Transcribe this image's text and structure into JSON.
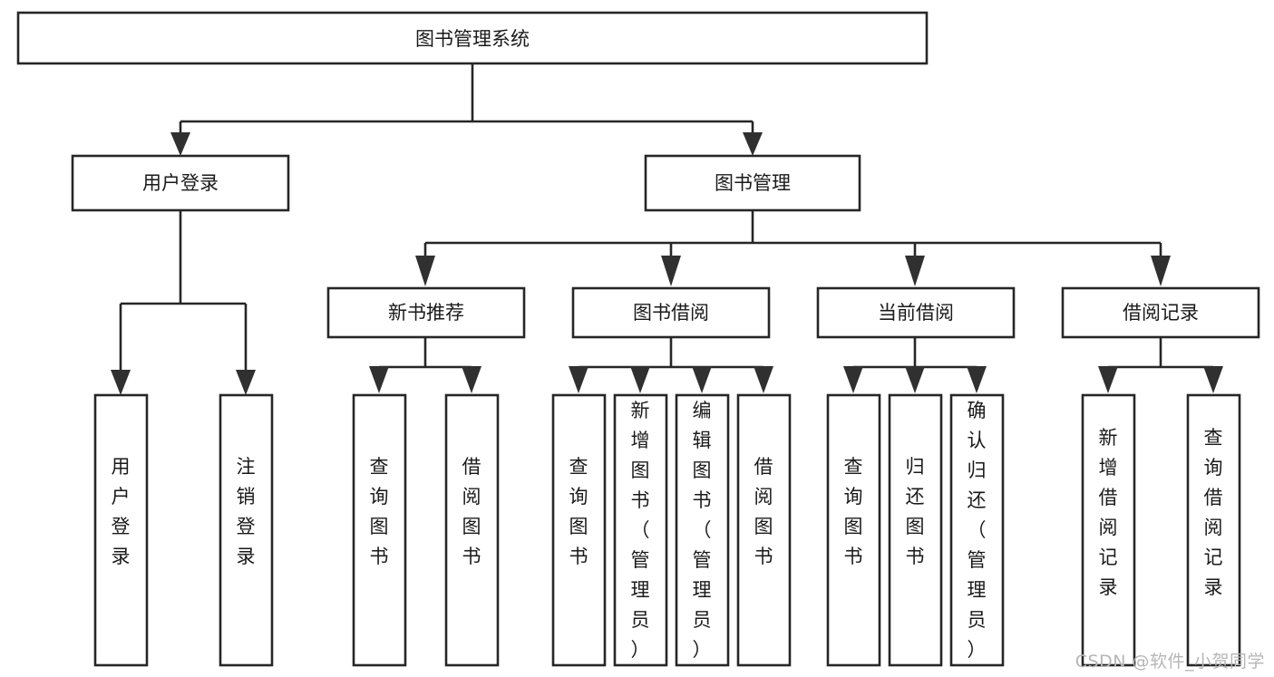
{
  "diagram": {
    "type": "tree-hierarchy",
    "title": "图书管理系统",
    "watermark": "CSDN @软件_小贺同学",
    "colors": {
      "stroke": "#262626",
      "fill": "#ffffff",
      "text": "#1a1a1a",
      "watermark": "#b6b6b6",
      "background": "#ffffff"
    },
    "levels": [
      {
        "level": 0,
        "nodes": [
          {
            "id": "root",
            "label": "图书管理系统",
            "orientation": "horizontal"
          }
        ]
      },
      {
        "level": 1,
        "nodes": [
          {
            "id": "login",
            "label": "用户登录",
            "orientation": "horizontal",
            "parent": "root"
          },
          {
            "id": "bookmgmt",
            "label": "图书管理",
            "orientation": "horizontal",
            "parent": "root"
          }
        ]
      },
      {
        "level": 2,
        "nodes": [
          {
            "id": "newbook",
            "label": "新书推荐",
            "orientation": "horizontal",
            "parent": "bookmgmt"
          },
          {
            "id": "borrow",
            "label": "图书借阅",
            "orientation": "horizontal",
            "parent": "bookmgmt"
          },
          {
            "id": "current",
            "label": "当前借阅",
            "orientation": "horizontal",
            "parent": "bookmgmt"
          },
          {
            "id": "record",
            "label": "借阅记录",
            "orientation": "horizontal",
            "parent": "bookmgmt"
          }
        ]
      },
      {
        "level": 3,
        "nodes": [
          {
            "id": "leaf-1",
            "label": "用户登录",
            "orientation": "vertical",
            "parent": "login"
          },
          {
            "id": "leaf-2",
            "label": "注销登录",
            "orientation": "vertical",
            "parent": "login"
          },
          {
            "id": "leaf-3",
            "label": "查询图书",
            "orientation": "vertical",
            "parent": "newbook"
          },
          {
            "id": "leaf-4",
            "label": "借阅图书",
            "orientation": "vertical",
            "parent": "newbook"
          },
          {
            "id": "leaf-5",
            "label": "查询图书",
            "orientation": "vertical",
            "parent": "borrow"
          },
          {
            "id": "leaf-6",
            "label": "新增图书（管理员）",
            "orientation": "vertical",
            "parent": "borrow"
          },
          {
            "id": "leaf-7",
            "label": "编辑图书（管理员）",
            "orientation": "vertical",
            "parent": "borrow"
          },
          {
            "id": "leaf-8",
            "label": "借阅图书",
            "orientation": "vertical",
            "parent": "borrow"
          },
          {
            "id": "leaf-9",
            "label": "查询图书",
            "orientation": "vertical",
            "parent": "current"
          },
          {
            "id": "leaf-10",
            "label": "归还图书",
            "orientation": "vertical",
            "parent": "current"
          },
          {
            "id": "leaf-11",
            "label": "确认归还（管理员）",
            "orientation": "vertical",
            "parent": "current"
          },
          {
            "id": "leaf-12",
            "label": "新增借阅记录",
            "orientation": "vertical",
            "parent": "record"
          },
          {
            "id": "leaf-13",
            "label": "查询借阅记录",
            "orientation": "vertical",
            "parent": "record"
          }
        ]
      }
    ]
  }
}
